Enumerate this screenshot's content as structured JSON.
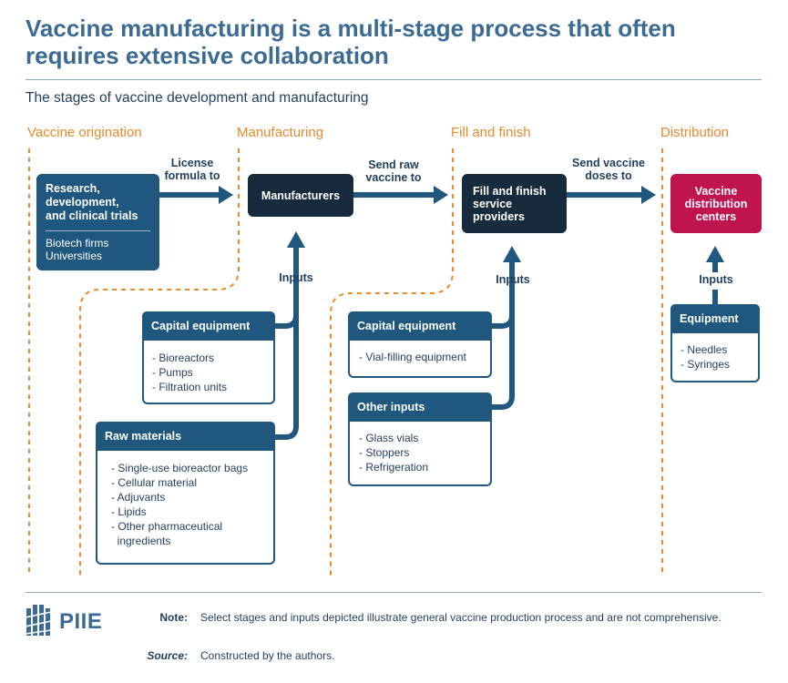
{
  "title": "Vaccine manufacturing is a multi-stage process that often requires extensive collaboration",
  "subtitle": "The stages of vaccine development and manufacturing",
  "stages": [
    "Vaccine origination",
    "Manufacturing",
    "Fill and finish",
    "Distribution"
  ],
  "nodes": {
    "research": {
      "title": "Research,\ndevelopment,\nand clinical trials",
      "sub": "Biotech firms\nUniversities"
    },
    "manufacturers": "Manufacturers",
    "fill": "Fill and finish\nservice\nproviders",
    "distribution": "Vaccine\ndistribution\ncenters"
  },
  "arrows": {
    "license": "License\nformula to",
    "send_raw": "Send raw\nvaccine to",
    "send_doses": "Send vaccine\ndoses to"
  },
  "inputs_label": "Inputs",
  "manufacturing_inputs": {
    "capital": {
      "title": "Capital equipment",
      "items": [
        "- Bioreactors",
        "- Pumps",
        "- Filtration units"
      ]
    },
    "raw": {
      "title": "Raw materials",
      "items": [
        "- Single-use bioreactor bags",
        "- Cellular material",
        "- Adjuvants",
        "- Lipids",
        "- Other pharmaceutical\n  ingredients"
      ]
    }
  },
  "fill_inputs": {
    "capital": {
      "title": "Capital equipment",
      "items": [
        "- Vial-filling equipment"
      ]
    },
    "other": {
      "title": "Other inputs",
      "items": [
        "- Glass vials",
        "- Stoppers",
        "- Refrigeration"
      ]
    }
  },
  "distribution_inputs": {
    "equipment": {
      "title": "Equipment",
      "items": [
        "- Needles",
        "- Syringes"
      ]
    }
  },
  "footer": {
    "logo": "PIIE",
    "note_label": "Note:",
    "note": "Select stages and inputs depicted illustrate general vaccine production process and are not comprehensive.",
    "source_label": "Source:",
    "source": "Constructed by the authors."
  },
  "colors": {
    "accent_orange": "#e9892b",
    "dark_navy": "#182b3c",
    "steel_blue": "#1f577e",
    "magenta": "#c0144f",
    "title_blue": "#3b6a92"
  }
}
